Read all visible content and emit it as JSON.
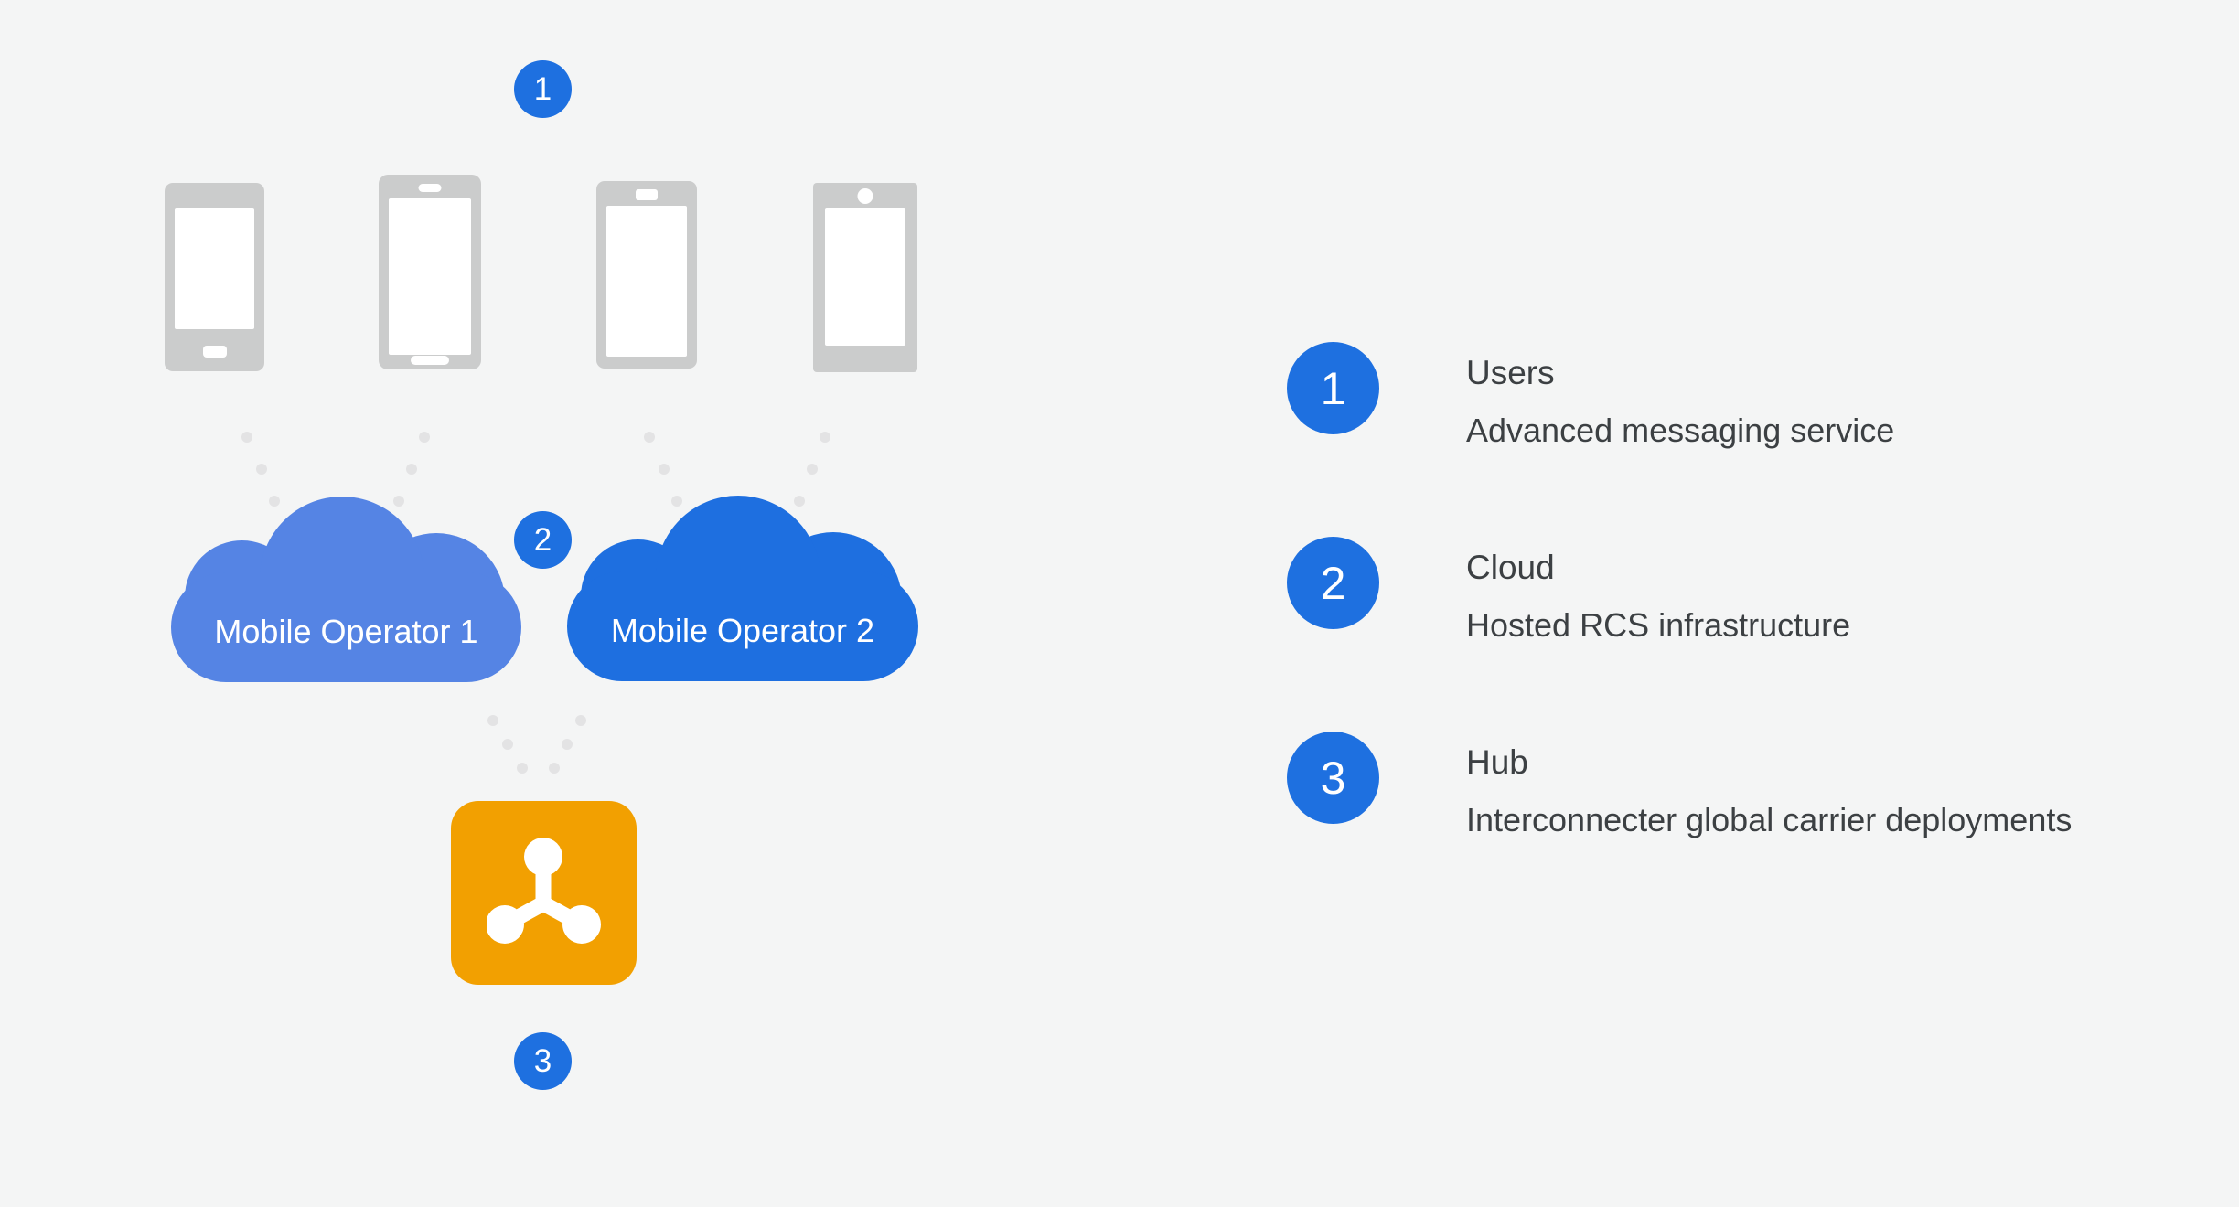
{
  "colors": {
    "background": "#F4F5F5",
    "badge_blue": "#1E70E0",
    "cloud1_blue": "#5584E4",
    "cloud2_blue": "#1E6FE0",
    "hub_orange": "#F2A001",
    "phone_gray": "#CBCCCC",
    "dot_gray": "#E3E3E4",
    "text_dark": "#3C4043"
  },
  "diagram": {
    "badge1": "1",
    "badge2": "2",
    "badge3": "3",
    "cloud1_label": "Mobile Operator 1",
    "cloud2_label": "Mobile Operator 2",
    "icons": {
      "phones": "smartphone-icon",
      "clouds": "cloud-icon",
      "hub": "hub-network-icon",
      "connectors": "dotted-connector"
    }
  },
  "legend": {
    "items": [
      {
        "number": "1",
        "title": "Users",
        "subtitle": "Advanced messaging service"
      },
      {
        "number": "2",
        "title": "Cloud",
        "subtitle": "Hosted RCS infrastructure"
      },
      {
        "number": "3",
        "title": "Hub",
        "subtitle": "Interconnecter global carrier deployments"
      }
    ]
  }
}
